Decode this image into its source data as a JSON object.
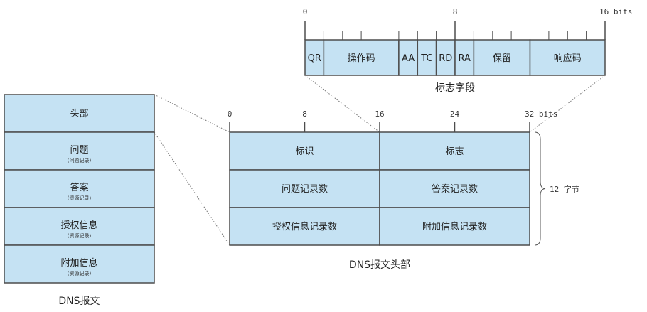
{
  "flags": {
    "scale": {
      "start": "0",
      "mid": "8",
      "end": "16 bits"
    },
    "fields": [
      {
        "label": "QR"
      },
      {
        "label": "操作码"
      },
      {
        "label": "AA"
      },
      {
        "label": "TC"
      },
      {
        "label": "RD"
      },
      {
        "label": "RA"
      },
      {
        "label": "保留"
      },
      {
        "label": "响应码"
      }
    ],
    "caption": "标志字段"
  },
  "message": {
    "sections": [
      {
        "label": "头部",
        "sub": ""
      },
      {
        "label": "问题",
        "sub": "(问题记录)"
      },
      {
        "label": "答案",
        "sub": "(资源记录)"
      },
      {
        "label": "授权信息",
        "sub": "(资源记录)"
      },
      {
        "label": "附加信息",
        "sub": "(资源记录)"
      }
    ],
    "caption": "DNS报文"
  },
  "header": {
    "scale": {
      "s0": "0",
      "s8": "8",
      "s16": "16",
      "s24": "24",
      "s32": "32 bits"
    },
    "rows": [
      {
        "left": "标识",
        "right": "标志"
      },
      {
        "left": "问题记录数",
        "right": "答案记录数"
      },
      {
        "left": "授权信息记录数",
        "right": "附加信息记录数"
      }
    ],
    "size_note": "12 字节",
    "caption": "DNS报文头部"
  }
}
